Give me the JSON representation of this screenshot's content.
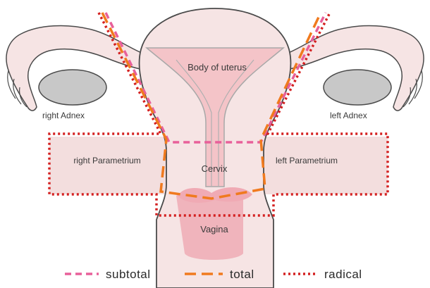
{
  "labels": {
    "body_of_uterus": "Body of uterus",
    "right_adnex": "right Adnex",
    "left_adnex": "left Adnex",
    "right_parametrium": "right Parametrium",
    "left_parametrium": "left Parametrium",
    "cervix": "Cervix",
    "vagina": "Vagina"
  },
  "legend": {
    "subtotal": "subtotal",
    "total": "total",
    "radical": "radical"
  },
  "colors": {
    "subtotal": "#e8609a",
    "total": "#f07a1e",
    "radical": "#d42020",
    "tissue": "#f6e4e4",
    "tissue_outline": "#4a4a4a",
    "cavity": "#f4c4c8",
    "ovary": "#c8c8c8",
    "parametrium": "#f3dede"
  }
}
